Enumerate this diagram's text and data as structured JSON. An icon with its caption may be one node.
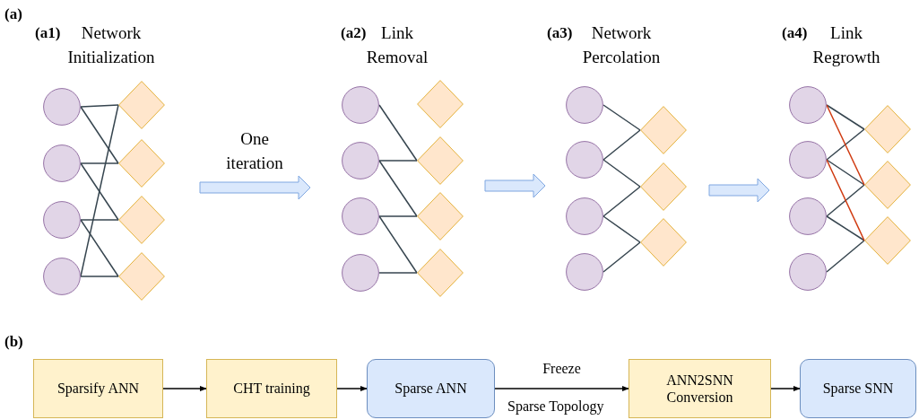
{
  "diagram": {
    "nodes": [
      {
        "text": [],
        "shape": "circle"
      },
      {
        "text": [],
        "shape": "circle"
      },
      {
        "text": [],
        "shape": "circle"
      },
      {
        "text": [],
        "shape": "circle"
      },
      {
        "text": [],
        "shape": "diamond"
      },
      {
        "text": [],
        "shape": "diamond"
      },
      {
        "text": [],
        "shape": "diamond"
      },
      {
        "text": [],
        "shape": "diamond"
      },
      {
        "text": [],
        "shape": "circle"
      },
      {
        "text": [],
        "shape": "circle"
      },
      {
        "text": [],
        "shape": "circle"
      },
      {
        "text": [],
        "shape": "circle"
      },
      {
        "text": [],
        "shape": "diamond"
      },
      {
        "text": [],
        "shape": "diamond"
      },
      {
        "text": [],
        "shape": "diamond"
      },
      {
        "text": [],
        "shape": "diamond"
      },
      {
        "text": [],
        "shape": "circle"
      },
      {
        "text": [],
        "shape": "circle"
      },
      {
        "text": [],
        "shape": "circle"
      },
      {
        "text": [],
        "shape": "circle"
      },
      {
        "text": [],
        "shape": "diamond"
      },
      {
        "text": [],
        "shape": "diamond"
      },
      {
        "text": [],
        "shape": "diamond"
      },
      {
        "text": [],
        "shape": "circle"
      },
      {
        "text": [],
        "shape": "circle"
      },
      {
        "text": [],
        "shape": "circle"
      },
      {
        "text": [],
        "shape": "circle"
      },
      {
        "text": [],
        "shape": "diamond"
      },
      {
        "text": [],
        "shape": "diamond"
      },
      {
        "text": [],
        "shape": "diamond"
      },
      {
        "text": [
          "Sparsify ANN"
        ]
      },
      {
        "text": [
          "CHT training"
        ]
      },
      {
        "text": [
          "Sparse ANN"
        ]
      },
      {
        "text": [
          "ANN2SNN Conversion"
        ]
      },
      {
        "text": [
          "Sparse SNN"
        ]
      }
    ],
    "edges": [
      {
        "from": 0,
        "to": 4,
        "arrow": "none"
      },
      {
        "from": 0,
        "to": 5,
        "arrow": "none"
      },
      {
        "from": 1,
        "to": 5,
        "arrow": "none"
      },
      {
        "from": 1,
        "to": 6,
        "arrow": "none"
      },
      {
        "from": 2,
        "to": 6,
        "arrow": "none"
      },
      {
        "from": 2,
        "to": 7,
        "arrow": "none"
      },
      {
        "from": 3,
        "to": 7,
        "arrow": "none"
      },
      {
        "from": 3,
        "to": 4,
        "arrow": "none"
      },
      {
        "from": 8,
        "to": 13,
        "arrow": "none"
      },
      {
        "from": 9,
        "to": 13,
        "arrow": "none"
      },
      {
        "from": 9,
        "to": 14,
        "arrow": "none"
      },
      {
        "from": 10,
        "to": 14,
        "arrow": "none"
      },
      {
        "from": 10,
        "to": 15,
        "arrow": "none"
      },
      {
        "from": 11,
        "to": 15,
        "arrow": "none"
      },
      {
        "from": 16,
        "to": 20,
        "arrow": "none"
      },
      {
        "from": 17,
        "to": 20,
        "arrow": "none"
      },
      {
        "from": 17,
        "to": 21,
        "arrow": "none"
      },
      {
        "from": 18,
        "to": 21,
        "arrow": "none"
      },
      {
        "from": 18,
        "to": 22,
        "arrow": "none"
      },
      {
        "from": 19,
        "to": 22,
        "arrow": "none"
      },
      {
        "from": 23,
        "to": 27,
        "arrow": "none"
      },
      {
        "from": 24,
        "to": 27,
        "arrow": "none"
      },
      {
        "from": 24,
        "to": 28,
        "arrow": "none"
      },
      {
        "from": 25,
        "to": 28,
        "arrow": "none"
      },
      {
        "from": 25,
        "to": 29,
        "arrow": "none"
      },
      {
        "from": 26,
        "to": 29,
        "arrow": "none"
      },
      {
        "from": 23,
        "to": 28,
        "arrow": "none",
        "color": "#d03a10"
      },
      {
        "from": 24,
        "to": 29,
        "arrow": "none",
        "color": "#d03a10"
      },
      {
        "from": 30,
        "to": 31,
        "arrow": "to",
        "color": "#000000"
      },
      {
        "from": 31,
        "to": 32,
        "arrow": "to",
        "color": "#000000"
      },
      {
        "from": 32,
        "to": 33,
        "arrow": "to",
        "color": "#000000",
        "label": "Freeze"
      },
      {
        "from": 33,
        "to": 34,
        "arrow": "to",
        "color": "#000000"
      }
    ],
    "labels": [
      "(a)",
      "(a1)",
      "Network Initialization",
      "(a2)",
      "Link Removal",
      "(a3)",
      "Network Percolation",
      "(a4)",
      "Link Regrowth",
      "One iteration",
      "(b)",
      "Sparse Topology"
    ]
  }
}
